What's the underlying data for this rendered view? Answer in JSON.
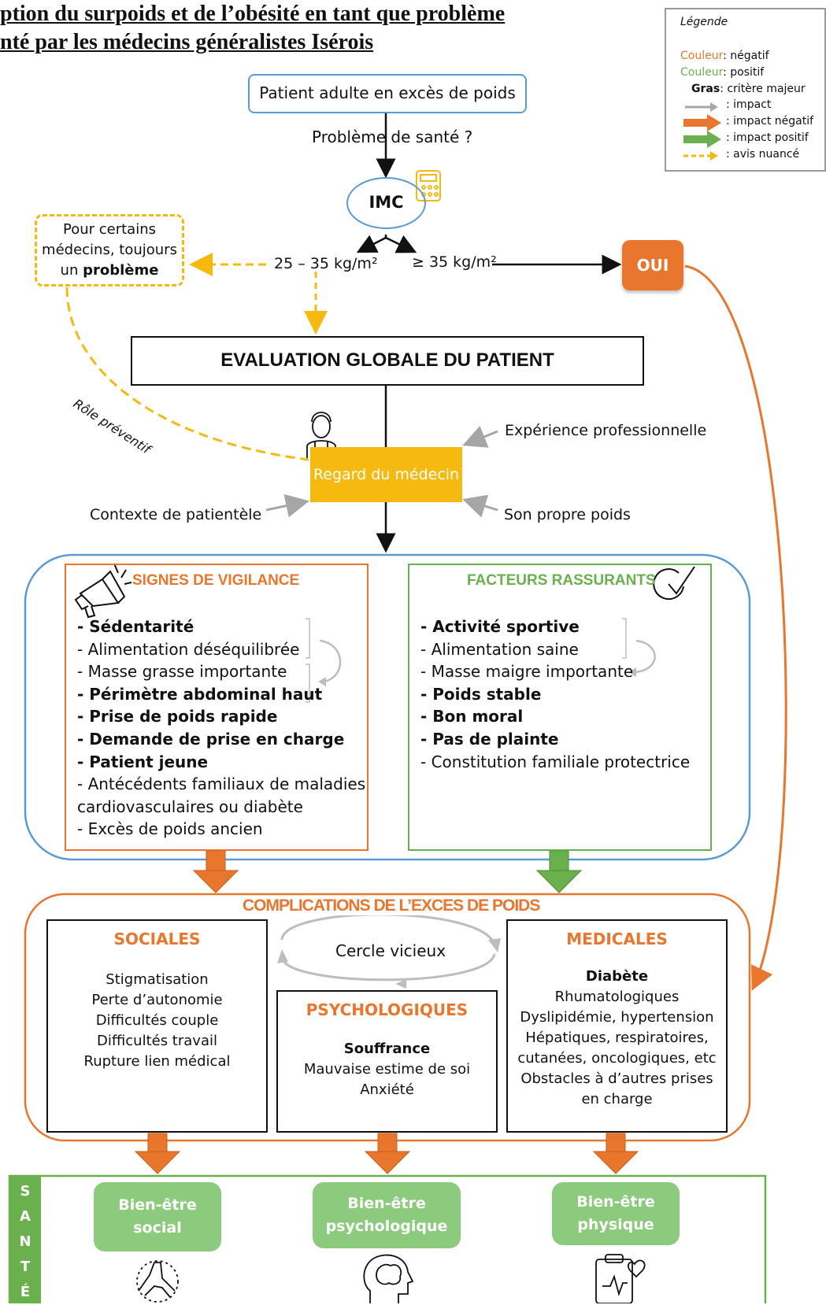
{
  "title": {
    "line1": "ption du surpoids et de l’obésité en tant que problème",
    "line2": "nté par les médecins généralistes Isérois"
  },
  "legend": {
    "heading": "Légende",
    "rows": [
      {
        "key": "Couleur",
        "text": ": négatif",
        "color": "#e8762c"
      },
      {
        "key": "Couleur",
        "text": ": positif",
        "color": "#6ab04c"
      },
      {
        "key": "Gras",
        "text": ": critère majeur"
      },
      {
        "text": ": impact"
      },
      {
        "text": ": impact négatif"
      },
      {
        "text": ": impact positif"
      },
      {
        "text": ": avis nuancé"
      }
    ]
  },
  "flow": {
    "patient": "Patient adulte en excès de poids",
    "question": "Problème de santé ?",
    "imc": "IMC",
    "bmi_low": "25 – 35 kg/m²",
    "bmi_high": "≥ 35 kg/m²",
    "oui": "OUI",
    "certains_1": "Pour certains",
    "certains_2": "médecins, toujours",
    "certains_3a": "un ",
    "certains_3b": "problème",
    "role": "Rôle préventif",
    "evaluation": "EVALUATION GLOBALE DU PATIENT",
    "regard": "Regard du médecin",
    "experience": "Expérience professionnelle",
    "contexte": "Contexte de patientèle",
    "propre_poids": "Son propre poids"
  },
  "vigilance": {
    "title": "SIGNES DE VIGILANCE",
    "items": [
      "- Sédentarité",
      "- Alimentation déséquilibrée",
      "- Masse grasse importante",
      "- Périmètre abdominal haut",
      "- Prise de poids rapide",
      "- Demande de prise en charge",
      "- Patient jeune",
      "- Antécédents familiaux de maladies",
      "cardiovasculaires ou diabète",
      "- Excès de poids ancien"
    ]
  },
  "rassurants": {
    "title": "FACTEURS RASSURANTS",
    "items": [
      "- Activité sportive",
      "- Alimentation saine",
      "- Masse maigre importante",
      "- Poids stable",
      "- Bon moral",
      "- Pas de plainte",
      "- Constitution familiale protectrice"
    ]
  },
  "complications": {
    "title": "COMPLICATIONS DE L’EXCES DE POIDS",
    "cercle": "Cercle vicieux",
    "sociales": {
      "title": "SOCIALES",
      "items": [
        "Stigmatisation",
        "Perte d’autonomie",
        "Difficultés couple",
        "Difficultés travail",
        "Rupture lien médical"
      ]
    },
    "psycho": {
      "title": "PSYCHOLOGIQUES",
      "items": [
        "Souffrance",
        "Mauvaise estime de soi",
        "Anxiété"
      ]
    },
    "medicales": {
      "title": "MEDICALES",
      "items": [
        "Diabète",
        "Rhumatologiques",
        "Dyslipidémie, hypertension",
        "Hépatiques, respiratoires,",
        "cutanées, oncologiques, etc",
        "Obstacles à d’autres prises",
        "en charge"
      ]
    }
  },
  "sante": {
    "letters": [
      "S",
      "A",
      "N",
      "T",
      "É"
    ],
    "social": [
      "Bien-être",
      "social"
    ],
    "psycho": [
      "Bien-être",
      "psychologique"
    ],
    "physique": [
      "Bien-être",
      "physique"
    ]
  },
  "colors": {
    "orange": "#e8762c",
    "green": "#6ab04c",
    "blue": "#5b9bd5",
    "yellow": "#f5b90f",
    "gray": "#a6a6a6",
    "pill_green": "#8ccb7e"
  }
}
